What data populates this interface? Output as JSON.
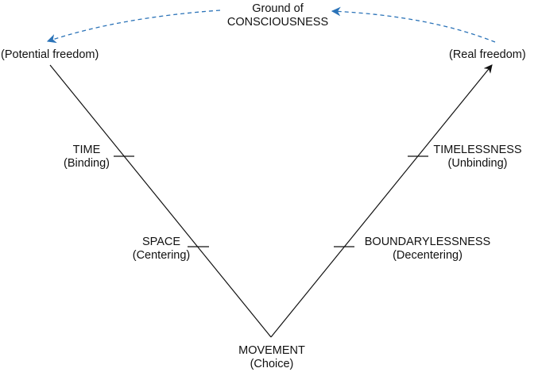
{
  "diagram": {
    "top": {
      "line1": "Ground of",
      "line2": "CONSCIOUSNESS"
    },
    "left_top": "(Potential freedom)",
    "right_top": "(Real freedom)",
    "left_markers": [
      {
        "line1": "TIME",
        "line2": "(Binding)"
      },
      {
        "line1": "SPACE",
        "line2": "(Centering)"
      }
    ],
    "right_markers": [
      {
        "line1": "TIMELESSNESS",
        "line2": "(Unbinding)"
      },
      {
        "line1": "BOUNDARYLESSNESS",
        "line2": "(Decentering)"
      }
    ],
    "bottom": {
      "line1": "MOVEMENT",
      "line2": "(Choice)"
    },
    "colors": {
      "line": "#111111",
      "dashed_arrow": "#2b73b8"
    }
  }
}
